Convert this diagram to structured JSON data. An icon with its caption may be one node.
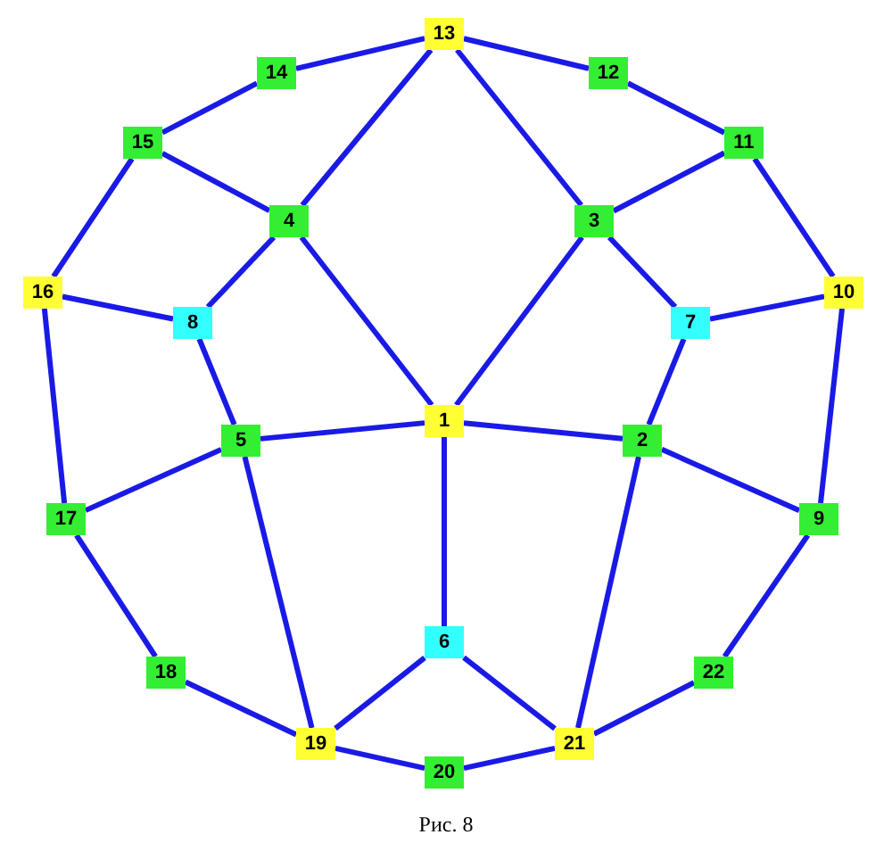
{
  "diagram": {
    "caption": "Рис. 8",
    "nodes": [
      {
        "text": [
          "1"
        ]
      },
      {
        "text": [
          "2"
        ]
      },
      {
        "text": [
          "3"
        ]
      },
      {
        "text": [
          "4"
        ]
      },
      {
        "text": [
          "5"
        ]
      },
      {
        "text": [
          "6"
        ]
      },
      {
        "text": [
          "7"
        ]
      },
      {
        "text": [
          "8"
        ]
      },
      {
        "text": [
          "9"
        ]
      },
      {
        "text": [
          "10"
        ]
      },
      {
        "text": [
          "11"
        ]
      },
      {
        "text": [
          "12"
        ]
      },
      {
        "text": [
          "13"
        ]
      },
      {
        "text": [
          "14"
        ]
      },
      {
        "text": [
          "15"
        ]
      },
      {
        "text": [
          "16"
        ]
      },
      {
        "text": [
          "17"
        ]
      },
      {
        "text": [
          "18"
        ]
      },
      {
        "text": [
          "19"
        ]
      },
      {
        "text": [
          "20"
        ]
      },
      {
        "text": [
          "21"
        ]
      },
      {
        "text": [
          "22"
        ]
      }
    ],
    "edges": [
      {
        "from": 12,
        "to": 13,
        "arrow": "none"
      },
      {
        "from": 13,
        "to": 14,
        "arrow": "none"
      },
      {
        "from": 14,
        "to": 15,
        "arrow": "none"
      },
      {
        "from": 15,
        "to": 16,
        "arrow": "none"
      },
      {
        "from": 16,
        "to": 17,
        "arrow": "none"
      },
      {
        "from": 17,
        "to": 18,
        "arrow": "none"
      },
      {
        "from": 18,
        "to": 19,
        "arrow": "none"
      },
      {
        "from": 19,
        "to": 20,
        "arrow": "none"
      },
      {
        "from": 20,
        "to": 21,
        "arrow": "none"
      },
      {
        "from": 21,
        "to": 8,
        "arrow": "none"
      },
      {
        "from": 8,
        "to": 9,
        "arrow": "none"
      },
      {
        "from": 9,
        "to": 10,
        "arrow": "none"
      },
      {
        "from": 10,
        "to": 11,
        "arrow": "none"
      },
      {
        "from": 11,
        "to": 12,
        "arrow": "none"
      },
      {
        "from": 12,
        "to": 3,
        "arrow": "none"
      },
      {
        "from": 12,
        "to": 2,
        "arrow": "none"
      },
      {
        "from": 14,
        "to": 3,
        "arrow": "none"
      },
      {
        "from": 10,
        "to": 2,
        "arrow": "none"
      },
      {
        "from": 3,
        "to": 7,
        "arrow": "none"
      },
      {
        "from": 3,
        "to": 0,
        "arrow": "none"
      },
      {
        "from": 2,
        "to": 0,
        "arrow": "none"
      },
      {
        "from": 2,
        "to": 6,
        "arrow": "none"
      },
      {
        "from": 15,
        "to": 7,
        "arrow": "none"
      },
      {
        "from": 9,
        "to": 6,
        "arrow": "none"
      },
      {
        "from": 7,
        "to": 4,
        "arrow": "none"
      },
      {
        "from": 6,
        "to": 1,
        "arrow": "none"
      },
      {
        "from": 4,
        "to": 0,
        "arrow": "none"
      },
      {
        "from": 0,
        "to": 1,
        "arrow": "none"
      },
      {
        "from": 0,
        "to": 5,
        "arrow": "none"
      },
      {
        "from": 4,
        "to": 16,
        "arrow": "none"
      },
      {
        "from": 4,
        "to": 18,
        "arrow": "none"
      },
      {
        "from": 1,
        "to": 8,
        "arrow": "none"
      },
      {
        "from": 1,
        "to": 20,
        "arrow": "none"
      },
      {
        "from": 5,
        "to": 18,
        "arrow": "none"
      },
      {
        "from": 5,
        "to": 20,
        "arrow": "none"
      }
    ]
  }
}
